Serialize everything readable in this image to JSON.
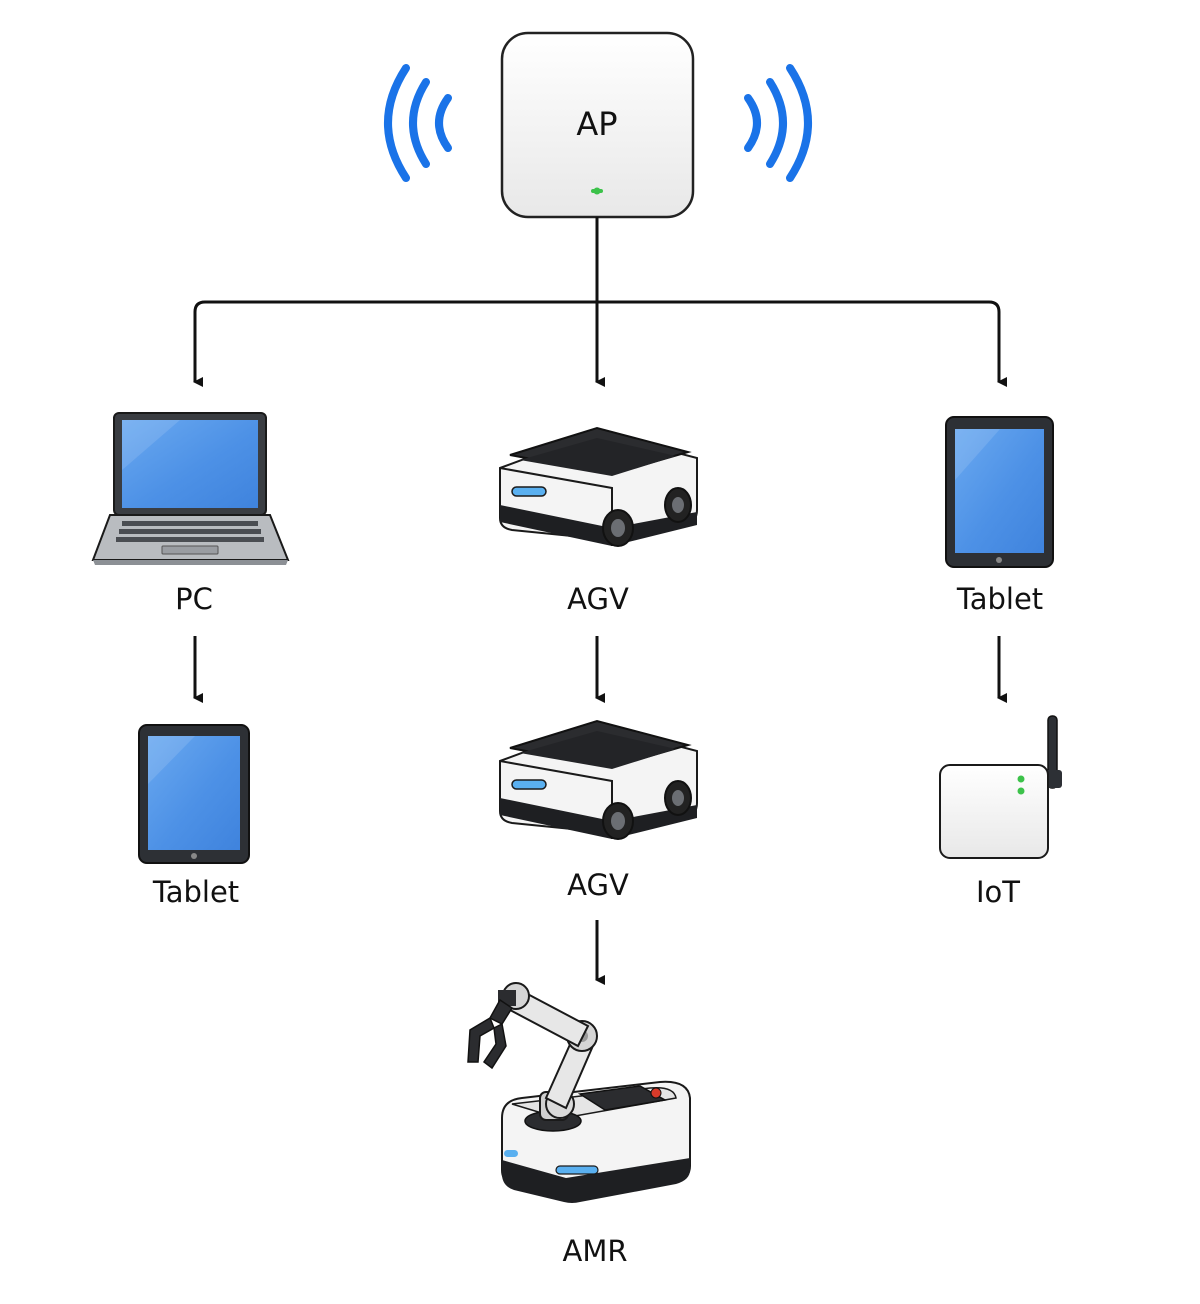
{
  "access_point": {
    "label": "AP"
  },
  "nodes": {
    "pc": {
      "label": "PC",
      "icon": "laptop-icon"
    },
    "agv_1": {
      "label": "AGV",
      "icon": "agv-robot-icon"
    },
    "tablet_right": {
      "label": "Tablet",
      "icon": "tablet-icon"
    },
    "tablet_left": {
      "label": "Tablet",
      "icon": "tablet-icon"
    },
    "agv_2": {
      "label": "AGV",
      "icon": "agv-robot-icon"
    },
    "iot": {
      "label": "IoT",
      "icon": "iot-gateway-icon"
    },
    "amr": {
      "label": "AMR",
      "icon": "amr-robot-arm-icon"
    }
  },
  "edges": [
    {
      "from": "AP",
      "to": "PC"
    },
    {
      "from": "AP",
      "to": "AGV"
    },
    {
      "from": "AP",
      "to": "Tablet"
    },
    {
      "from": "PC",
      "to": "Tablet"
    },
    {
      "from": "AGV",
      "to": "AGV"
    },
    {
      "from": "Tablet",
      "to": "IoT"
    },
    {
      "from": "AGV",
      "to": "AMR"
    }
  ],
  "colors": {
    "wifi_waves": "#1a73e8",
    "screen": "#4f93e6",
    "status_led": "#3cc24a",
    "agv_light": "#5ab0f0",
    "amr_button": "#d83a2a"
  }
}
